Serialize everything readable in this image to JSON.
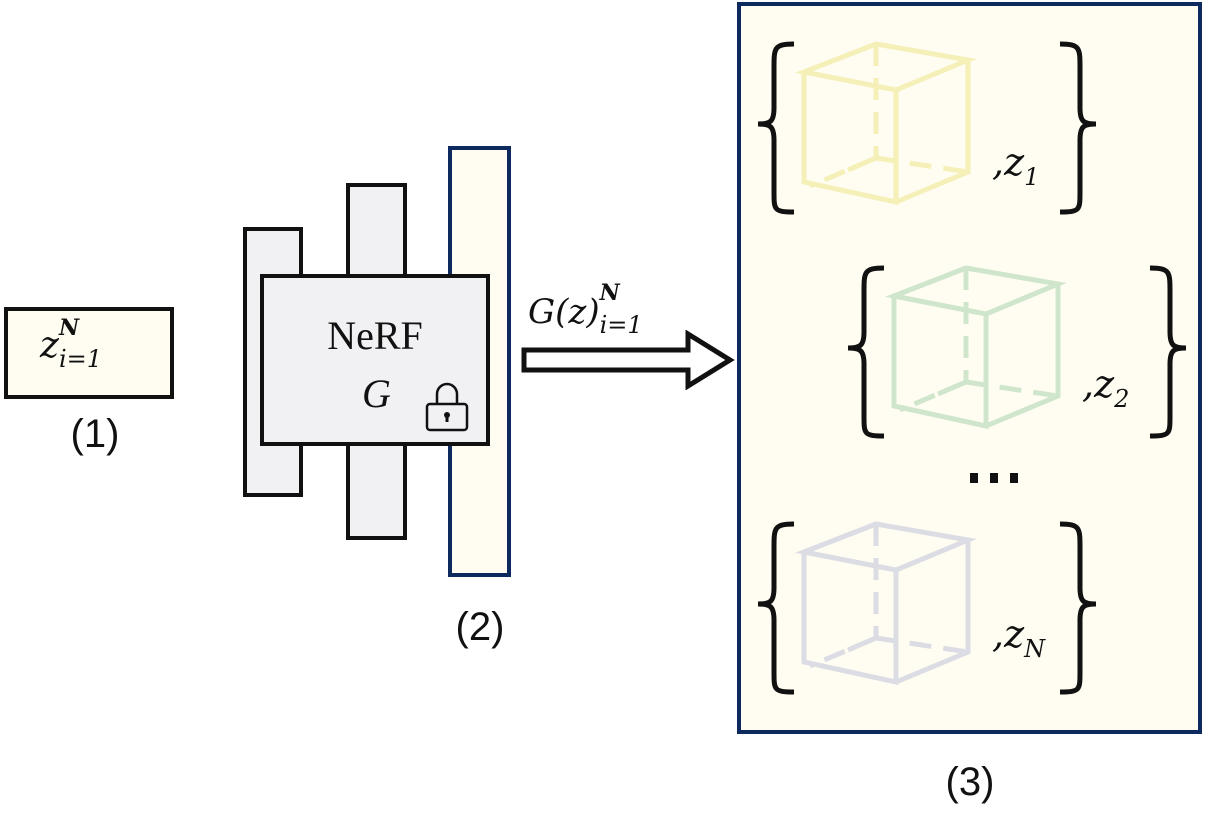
{
  "stage1": {
    "caption": "(1)",
    "latent": {
      "base": "z",
      "subscript": "i=1",
      "superscript": "N"
    },
    "fill": "#fffdf2"
  },
  "stage2": {
    "caption": "(2)",
    "model_name": "NeRF",
    "model_symbol": "G",
    "frozen_icon": "lock-icon",
    "layer_fill": "#f1f1f3",
    "highlight_layer_border": "#0d2a5e"
  },
  "arrow": {
    "label": {
      "base": "G(z)",
      "subscript": "i=1",
      "superscript": "N"
    }
  },
  "stage3": {
    "caption": "(3)",
    "border_color": "#0d2a5e",
    "fill": "#fffdf2",
    "samples": [
      {
        "latent_base": "z",
        "latent_sub": "1",
        "cube_color": "#f4f0b8"
      },
      {
        "latent_base": "z",
        "latent_sub": "2",
        "cube_color": "#cfe6cc"
      },
      {
        "latent_base": "z",
        "latent_sub": "N",
        "cube_color": "#dcdce4"
      }
    ],
    "ellipsis": "..."
  }
}
